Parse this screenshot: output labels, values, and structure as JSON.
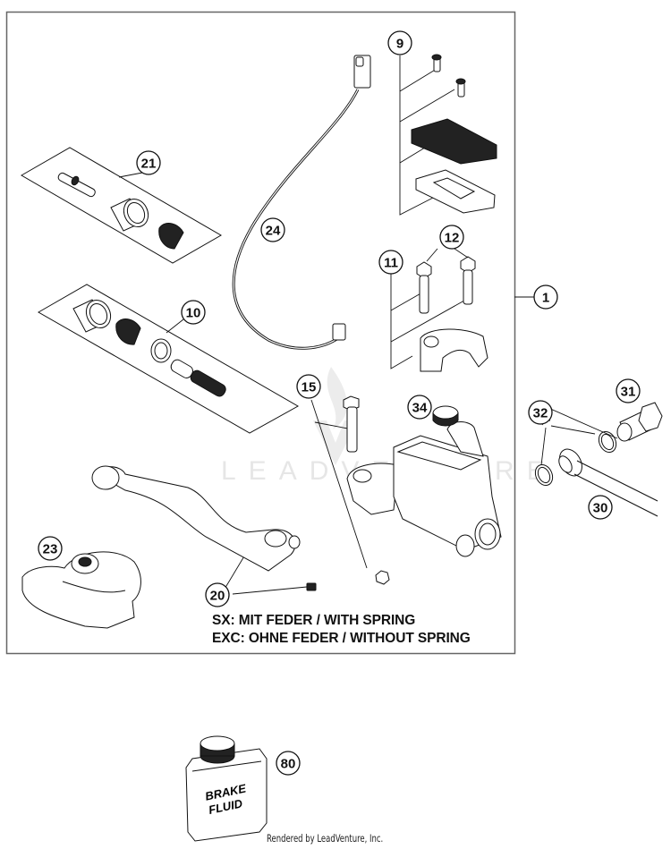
{
  "diagram": {
    "title": "Front brake master cylinder assembly (exploded view)",
    "watermark": "LEADVENTURE",
    "note_lines": [
      "SX: MIT FEDER / WITH SPRING",
      "EXC: OHNE FEDER / WITHOUT SPRING"
    ],
    "footer": "Rendered by LeadVenture, Inc.",
    "container_label": "BRAKE FLUID",
    "container_label_lines": [
      "BRAKE",
      "FLUID"
    ],
    "callouts": [
      {
        "id": "1",
        "label": "1",
        "part": "master-cylinder-assembly"
      },
      {
        "id": "9",
        "label": "9",
        "part": "reservoir-cover-kit"
      },
      {
        "id": "10",
        "label": "10",
        "part": "piston-repair-kit"
      },
      {
        "id": "11",
        "label": "11",
        "part": "handlebar-clamp"
      },
      {
        "id": "12",
        "label": "12",
        "part": "clamp-bolts"
      },
      {
        "id": "15",
        "label": "15",
        "part": "lever-pivot-bolt-and-nut"
      },
      {
        "id": "20",
        "label": "20",
        "part": "brake-lever"
      },
      {
        "id": "21",
        "label": "21",
        "part": "push-rod-kit"
      },
      {
        "id": "23",
        "label": "23",
        "part": "lever-protector"
      },
      {
        "id": "24",
        "label": "24",
        "part": "brake-light-switch"
      },
      {
        "id": "30",
        "label": "30",
        "part": "brake-line"
      },
      {
        "id": "31",
        "label": "31",
        "part": "banjo-bolt"
      },
      {
        "id": "32",
        "label": "32",
        "part": "sealing-washers"
      },
      {
        "id": "34",
        "label": "34",
        "part": "bleeder-plug"
      },
      {
        "id": "80",
        "label": "80",
        "part": "brake-fluid"
      }
    ]
  }
}
